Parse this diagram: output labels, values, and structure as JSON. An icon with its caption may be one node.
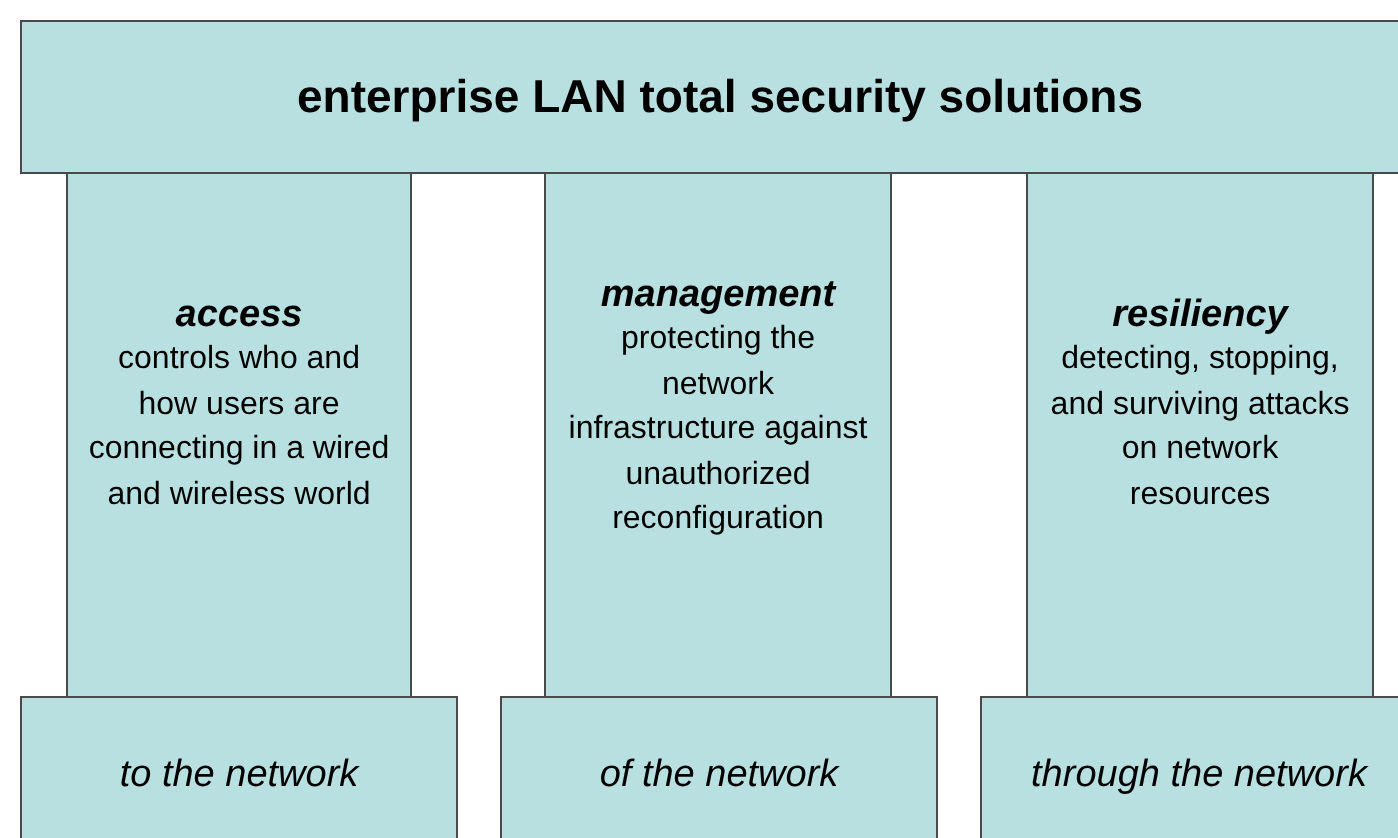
{
  "diagram": {
    "nodes": [
      {
        "text": [
          "enterprise LAN total security solutions"
        ]
      },
      {
        "text": [
          "access",
          "controls who and how users are connecting in a wired and wireless world"
        ]
      },
      {
        "text": [
          "management",
          "protecting the network infrastructure against unauthorized reconfiguration"
        ]
      },
      {
        "text": [
          "resiliency",
          "detecting, stopping, and surviving attacks on network resources"
        ]
      },
      {
        "text": [
          "to the network"
        ]
      },
      {
        "text": [
          "of the network"
        ]
      },
      {
        "text": [
          "through the network"
        ]
      }
    ]
  }
}
